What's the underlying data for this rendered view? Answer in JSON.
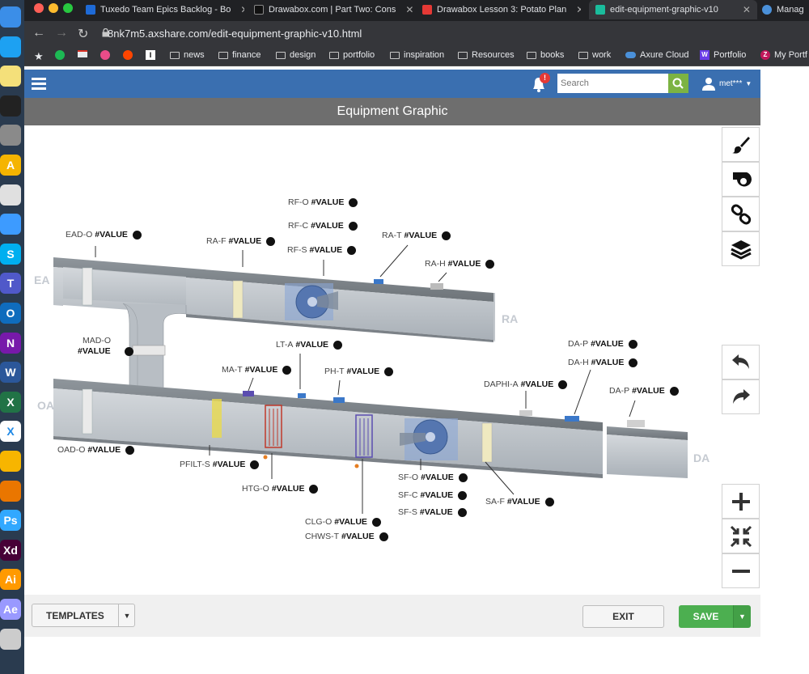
{
  "browser": {
    "tabs": [
      {
        "label": "Tuxedo Team Epics Backlog - Bo",
        "favicon_color": "#1e6ad6"
      },
      {
        "label": "Drawabox.com | Part Two: Cons",
        "favicon_color": "#111111"
      },
      {
        "label": "Drawabox Lesson 3: Potato Plan",
        "favicon_color": "#e53935"
      },
      {
        "label": "edit-equipment-graphic-v10",
        "favicon_color": "#1abc9c"
      },
      {
        "label": "Manag",
        "favicon_color": "#4a90d9"
      }
    ],
    "url": "8nk7m5.axshare.com/edit-equipment-graphic-v10.html",
    "bookmarks": [
      {
        "label": "news"
      },
      {
        "label": "finance"
      },
      {
        "label": "design"
      },
      {
        "label": "portfolio"
      },
      {
        "label": "inspiration"
      },
      {
        "label": "Resources"
      },
      {
        "label": "books"
      },
      {
        "label": "work"
      },
      {
        "label": "Axure Cloud"
      },
      {
        "label": "Portfolio"
      },
      {
        "label": "My Portf"
      }
    ]
  },
  "dock": {
    "icons": [
      {
        "name": "finder-icon",
        "color": "#3b8ee8"
      },
      {
        "name": "twitter-icon",
        "color": "#1da1f2"
      },
      {
        "name": "stickies-icon",
        "color": "#f4e07a"
      },
      {
        "name": "activity-monitor-icon",
        "color": "#222222"
      },
      {
        "name": "keynote-icon",
        "color": "#8a8a8a"
      },
      {
        "name": "font-icon",
        "color": "#f5b400",
        "glyph": "A"
      },
      {
        "name": "chrome-icon",
        "color": "#e0e0e0"
      },
      {
        "name": "messages-icon",
        "color": "#3d9bff"
      },
      {
        "name": "skype-icon",
        "color": "#00aff0",
        "glyph": "S"
      },
      {
        "name": "teams-icon",
        "color": "#5059c9",
        "glyph": "T"
      },
      {
        "name": "outlook-icon",
        "color": "#0f6cbd",
        "glyph": "O"
      },
      {
        "name": "onenote-icon",
        "color": "#7719aa",
        "glyph": "N"
      },
      {
        "name": "word-icon",
        "color": "#2b579a",
        "glyph": "W"
      },
      {
        "name": "excel-icon",
        "color": "#217346",
        "glyph": "X"
      },
      {
        "name": "xcode-icon",
        "color": "#ffffff",
        "glyph": "X"
      },
      {
        "name": "sketch-icon",
        "color": "#f7b500"
      },
      {
        "name": "blender-icon",
        "color": "#ea7600"
      },
      {
        "name": "photoshop-icon",
        "color": "#31a8ff",
        "glyph": "Ps"
      },
      {
        "name": "xd-icon",
        "color": "#470137",
        "glyph": "Xd"
      },
      {
        "name": "illustrator-icon",
        "color": "#ff9a00",
        "glyph": "Ai"
      },
      {
        "name": "aftereffects-icon",
        "color": "#9999ff",
        "glyph": "Ae"
      },
      {
        "name": "preview-icon",
        "color": "#cccccc"
      }
    ]
  },
  "header": {
    "search_placeholder": "Search",
    "user_name": "met***",
    "notification_badge": "!"
  },
  "page_title": "Equipment Graphic",
  "zones": {
    "ea": "EA",
    "oa": "OA",
    "ra": "RA",
    "da": "DA"
  },
  "points": {
    "rf_o": {
      "tag": "RF-O",
      "value": "#VALUE"
    },
    "rf_c": {
      "tag": "RF-C",
      "value": "#VALUE"
    },
    "rf_s": {
      "tag": "RF-S",
      "value": "#VALUE"
    },
    "ead_o": {
      "tag": "EAD-O",
      "value": "#VALUE"
    },
    "ra_f": {
      "tag": "RA-F",
      "value": "#VALUE"
    },
    "ra_t": {
      "tag": "RA-T",
      "value": "#VALUE"
    },
    "ra_h": {
      "tag": "RA-H",
      "value": "#VALUE"
    },
    "mad_o": {
      "tag": "MAD-O",
      "value": "#VALUE"
    },
    "lt_a": {
      "tag": "LT-A",
      "value": "#VALUE"
    },
    "ma_t": {
      "tag": "MA-T",
      "value": "#VALUE"
    },
    "ph_t": {
      "tag": "PH-T",
      "value": "#VALUE"
    },
    "da_p": {
      "tag": "DA-P",
      "value": "#VALUE"
    },
    "da_h": {
      "tag": "DA-H",
      "value": "#VALUE"
    },
    "daphi_a": {
      "tag": "DAPHI-A",
      "value": "#VALUE"
    },
    "da_p2": {
      "tag": "DA-P",
      "value": "#VALUE"
    },
    "oad_o": {
      "tag": "OAD-O",
      "value": "#VALUE"
    },
    "pfilt_s": {
      "tag": "PFILT-S",
      "value": "#VALUE"
    },
    "htg_o": {
      "tag": "HTG-O",
      "value": "#VALUE"
    },
    "clg_o": {
      "tag": "CLG-O",
      "value": "#VALUE"
    },
    "chws_t": {
      "tag": "CHWS-T",
      "value": "#VALUE"
    },
    "sf_o": {
      "tag": "SF-O",
      "value": "#VALUE"
    },
    "sf_c": {
      "tag": "SF-C",
      "value": "#VALUE"
    },
    "sf_s": {
      "tag": "SF-S",
      "value": "#VALUE"
    },
    "sa_f": {
      "tag": "SA-F",
      "value": "#VALUE"
    }
  },
  "toolbar": {
    "tools": [
      "brush-icon",
      "fan-icon",
      "link-icon",
      "layers-icon"
    ],
    "history": [
      "undo-icon",
      "redo-icon"
    ],
    "zoom": [
      "zoom-in-icon",
      "fit-icon",
      "zoom-out-icon"
    ]
  },
  "footer": {
    "templates_label": "TEMPLATES",
    "exit_label": "EXIT",
    "save_label": "SAVE"
  },
  "colors": {
    "app_header": "#3a6fb0",
    "title_bar": "#6e6e6e",
    "save_green": "#4caf50",
    "search_green": "#7cb342"
  }
}
